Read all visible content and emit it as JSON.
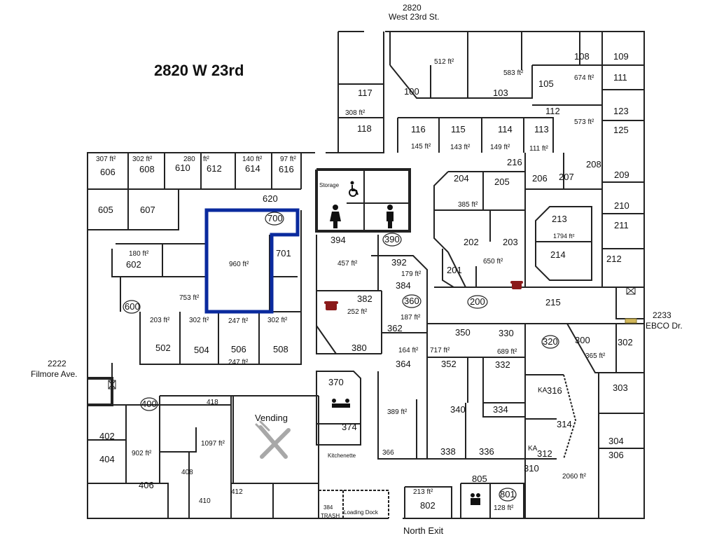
{
  "title": "2820 W 23rd",
  "colors": {
    "highlight": "#0a2a9e",
    "phone": "#8b1a1a",
    "walls": "#222222",
    "vending_icon": "#a8a8a8"
  },
  "icons": [
    "men-restroom-icon",
    "women-restroom-icon",
    "wheelchair-icon",
    "phone-icon",
    "fork-knife-icon",
    "family-restroom-icon",
    "elevator-icon",
    "bench-icon",
    "kitchen-table-icon"
  ],
  "highlighted_suite": "700",
  "labels": {
    "addr_top_1": "2820",
    "addr_top_2": "West 23rd St.",
    "addr_left_1": "2222",
    "addr_left_2": "Filmore Ave.",
    "addr_right_1": "2233",
    "addr_right_2": "EBCO Dr.",
    "north_exit": "North Exit",
    "a100": "512 ft²",
    "a103": "583 ft²",
    "r108": "108",
    "r109": "109",
    "a111b": "674 ft²",
    "r111": "111",
    "r105": "105",
    "r100": "100",
    "r103": "103",
    "r117": "117",
    "a118": "308 ft²",
    "r118": "118",
    "r112": "112",
    "r123": "123",
    "a123": "573 ft²",
    "r125": "125",
    "r116": "116",
    "r115": "115",
    "r114": "114",
    "r113": "113",
    "a116": "145 ft²",
    "a115": "143 ft²",
    "a114": "149 ft²",
    "a113": "111 ft²",
    "a606": "307 ft²",
    "r606": "606",
    "a608": "302 ft²",
    "r608": "608",
    "a610": "280",
    "r610": "610",
    "a612": "ft²",
    "r612": "612",
    "a614": "140 ft²",
    "r614": "614",
    "a616": "97 ft²",
    "r616": "616",
    "r620": "620",
    "r605": "605",
    "r607": "607",
    "r700": "700",
    "r701": "701",
    "a602": "180 ft²",
    "r602": "602",
    "a700": "960 ft²",
    "a600": "753 ft²",
    "r600": "600",
    "r216": "216",
    "r204": "204",
    "r205": "205",
    "r206": "206",
    "r207": "207",
    "r208": "208",
    "r209": "209",
    "a204": "385 ft²",
    "r210": "210",
    "r213": "213",
    "r211": "211",
    "r202": "202",
    "r203": "203",
    "a213": "1794 ft²",
    "r214": "214",
    "r212": "212",
    "a200": "650 ft²",
    "r201": "201",
    "r200": "200",
    "r215": "215",
    "storage": "Storage",
    "r394": "394",
    "r390": "390",
    "a394": "457 ft²",
    "r392": "392",
    "a392": "179 ft²",
    "r384": "384",
    "r382": "382",
    "r360": "360",
    "a382": "252 ft²",
    "a360": "187 ft²",
    "r362": "362",
    "r380": "380",
    "a364": "164 ft²",
    "r364": "364",
    "r350": "350",
    "r330": "330",
    "a350": "717 ft²",
    "a330": "689 ft²",
    "r352": "352",
    "r332": "332",
    "r320": "320",
    "r300": "300",
    "r302": "302",
    "a300": "365 ft²",
    "r370": "370",
    "r303": "303",
    "ka316": "KA",
    "r316": "316",
    "a366": "389 ft²",
    "r340": "340",
    "r334": "334",
    "r314": "314",
    "r374": "374",
    "r304": "304",
    "r306": "306",
    "r366": "366",
    "r338": "338",
    "r336": "336",
    "ka312": "KA",
    "r312": "312",
    "kitchenette": "Kitchenette",
    "r310": "310",
    "a310": "2060 ft²",
    "r805": "805",
    "a802": "213 ft²",
    "r801": "801",
    "r802": "802",
    "a801": "128 ft²",
    "loading_dock": "Loading Dock",
    "r384b": "384",
    "trash": "TRASH",
    "a502": "203 ft²",
    "a504": "302 ft²",
    "a506": "247 ft²",
    "a508": "302 ft²",
    "r502": "502",
    "r504": "504",
    "r506": "506",
    "r508": "508",
    "a506b": "247 ft²",
    "r400": "400",
    "r418": "418",
    "vending": "Vending",
    "r402": "402",
    "a400": "902 ft²",
    "a418": "1097 ft²",
    "r404": "404",
    "r408": "408",
    "r406": "406",
    "r410": "410",
    "r412": "412"
  }
}
